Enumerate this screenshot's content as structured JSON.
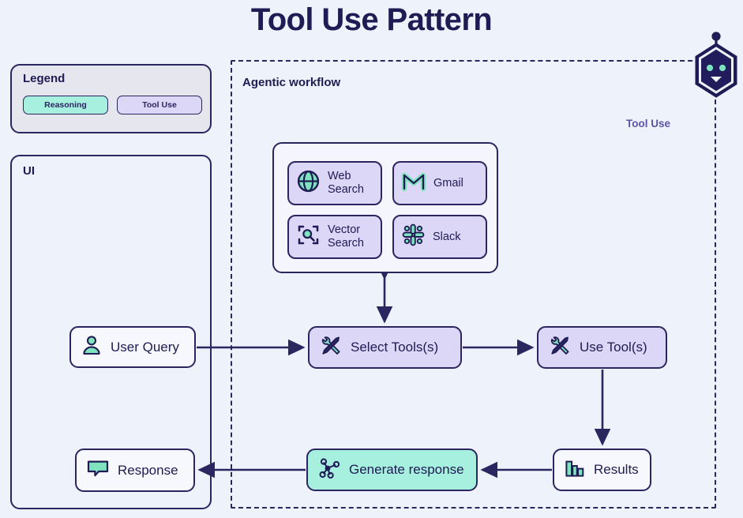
{
  "page": {
    "title": "Tool Use Pattern",
    "background": "#eef2fb",
    "ink": "#1f1b54"
  },
  "legend": {
    "title": "Legend",
    "items": [
      {
        "label": "Reasoning",
        "color": "#a7efde",
        "icon": "chip-swatch"
      },
      {
        "label": "Tool Use",
        "color": "#dcd6f7",
        "icon": "chip-swatch"
      }
    ]
  },
  "ui_panel": {
    "title": "UI"
  },
  "workflow": {
    "title": "Agentic workflow",
    "side_tag": "Tool Use",
    "side_tag_color": "#5b54a8",
    "robot_icon": "robot-head-icon"
  },
  "tools": {
    "cards": [
      {
        "label": "Web\nSearch",
        "icon": "globe-icon",
        "accent": "#6fd3a6"
      },
      {
        "label": "Gmail",
        "icon": "gmail-envelope-icon",
        "accent": "#6fd3a6"
      },
      {
        "label": "Vector\nSearch",
        "icon": "scan-search-icon",
        "accent": "#6fd3a6"
      },
      {
        "label": "Slack",
        "icon": "slack-icon",
        "accent": "#6fd3a6"
      }
    ]
  },
  "nodes": {
    "user_query": {
      "label": "User Query",
      "icon": "user-icon",
      "fill": "#f7f8fd",
      "kind": "ui"
    },
    "select_tools": {
      "label": "Select Tools(s)",
      "icon": "tools-cross-icon",
      "fill": "#dcd6f7",
      "kind": "tool-use"
    },
    "use_tools": {
      "label": "Use Tool(s)",
      "icon": "tools-cross-icon",
      "fill": "#dcd6f7",
      "kind": "tool-use"
    },
    "results": {
      "label": "Results",
      "icon": "bar-chart-icon",
      "fill": "#f7f8fd",
      "kind": "ui"
    },
    "generate": {
      "label": "Generate response",
      "icon": "node-graph-icon",
      "fill": "#a7efde",
      "kind": "reasoning"
    },
    "response": {
      "label": "Response",
      "icon": "speech-bubble-icon",
      "fill": "#f7f8fd",
      "kind": "ui"
    }
  },
  "edges": [
    {
      "from": "user_query",
      "to": "select_tools",
      "direction": "one-way"
    },
    {
      "from": "tools_box",
      "to": "select_tools",
      "direction": "two-way"
    },
    {
      "from": "select_tools",
      "to": "use_tools",
      "direction": "one-way"
    },
    {
      "from": "use_tools",
      "to": "results",
      "direction": "one-way"
    },
    {
      "from": "results",
      "to": "generate",
      "direction": "one-way"
    },
    {
      "from": "generate",
      "to": "response",
      "direction": "one-way"
    }
  ]
}
